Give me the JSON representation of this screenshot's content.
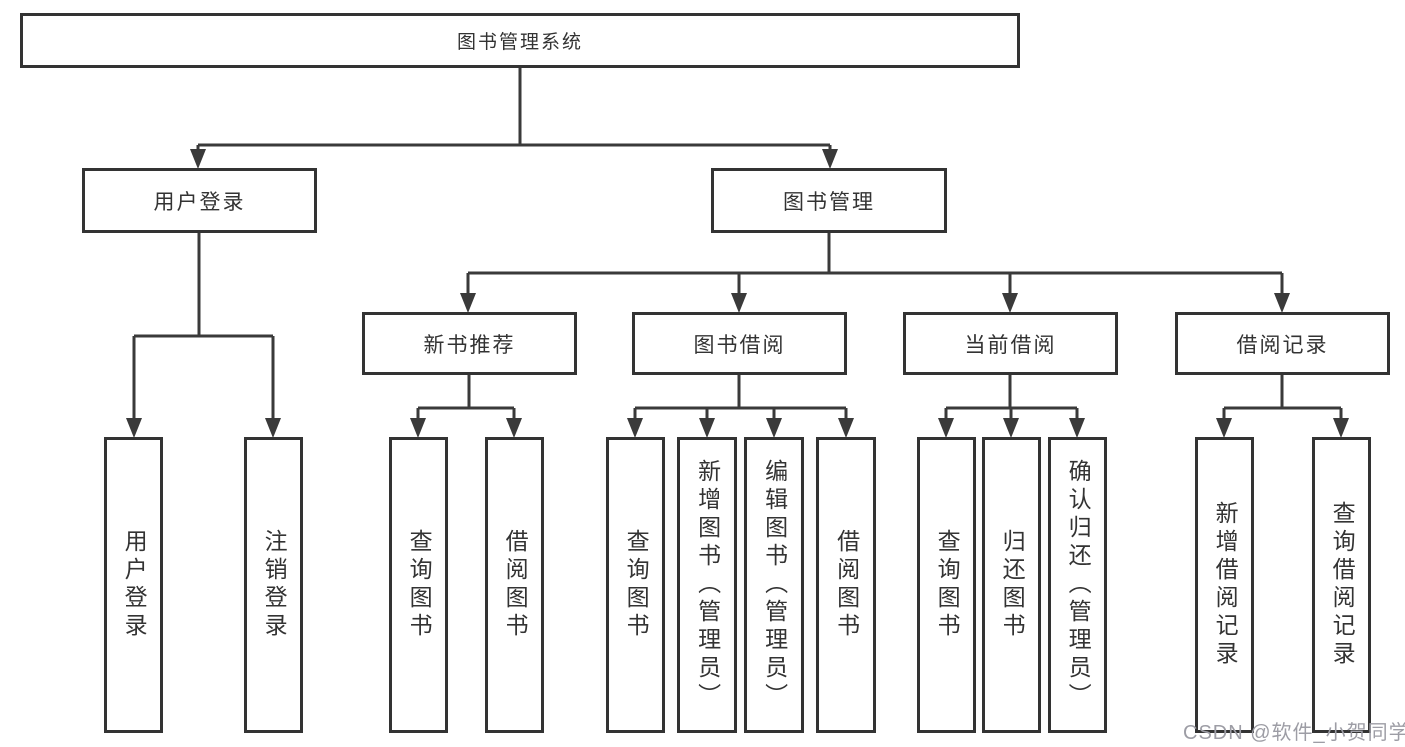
{
  "diagram": {
    "root": {
      "label": "图书管理系统"
    },
    "branches": [
      {
        "label": "用户登录",
        "leaves": [
          {
            "label": "用户登录"
          },
          {
            "label": "注销登录"
          }
        ]
      },
      {
        "label": "图书管理",
        "groups": [
          {
            "label": "新书推荐",
            "leaves": [
              {
                "label": "查询图书"
              },
              {
                "label": "借阅图书"
              }
            ]
          },
          {
            "label": "图书借阅",
            "leaves": [
              {
                "label": "查询图书"
              },
              {
                "label": "新增图书（管理员）"
              },
              {
                "label": "编辑图书（管理员）"
              },
              {
                "label": "借阅图书"
              }
            ]
          },
          {
            "label": "当前借阅",
            "leaves": [
              {
                "label": "查询图书"
              },
              {
                "label": "归还图书"
              },
              {
                "label": "确认归还（管理员）"
              }
            ]
          },
          {
            "label": "借阅记录",
            "leaves": [
              {
                "label": "新增借阅记录"
              },
              {
                "label": "查询借阅记录"
              }
            ]
          }
        ]
      }
    ]
  },
  "watermark": {
    "text": "CSDN @软件_小贺同学"
  },
  "colors": {
    "line": "#3a3a3a",
    "box_border": "#333333",
    "text": "#333333",
    "watermark": "#9d9da5",
    "background": "#ffffff"
  }
}
